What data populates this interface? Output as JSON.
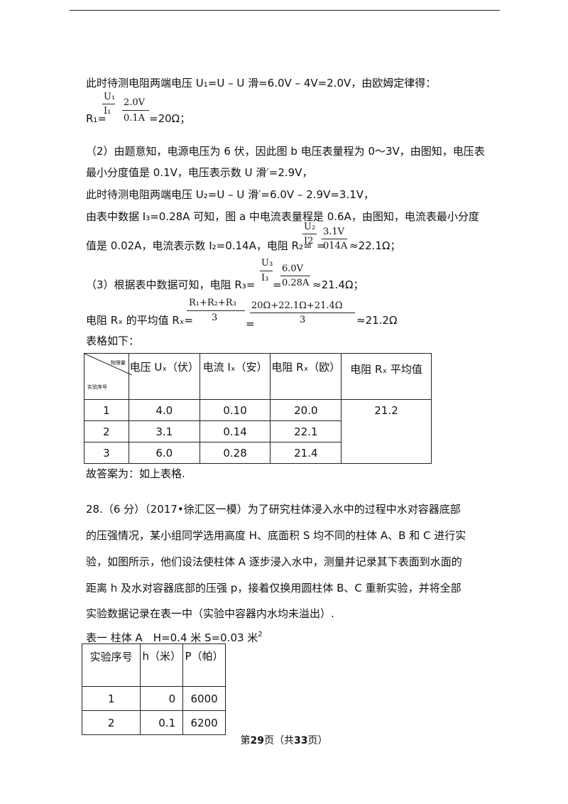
{
  "p1": {
    "text": "此时待测电阻两端电压 U₁=U – U 滑=6.0V – 4V=2.0V，由欧姆定律得："
  },
  "r1": {
    "prefix": "R₁=",
    "num_sym": "U₁",
    "den_sym": "I₁",
    "num_val": "2.0V",
    "den_val": "0.1A",
    "result": "=20Ω；"
  },
  "p2": {
    "l1": "（2）由题意知，电源电压为 6 伏，因此图 b 电压表量程为 0～3V，由图知，电压表",
    "l2": "最小分度值是 0.1V，电压表示数 U 滑′=2.9V，",
    "l3": "此时待测电阻两端电压 U₂=U – U 滑′=6.0V – 2.9V=3.1V，",
    "l4": "由表中数据 I₃=0.28A 可知，图 a 中电流表量程是 0.6A，由图知，电流表最小分度",
    "l5": "值是 0.02A，电流表示数 I₂=0.14A，电阻 R₂="
  },
  "r2": {
    "num_sym": "U₂",
    "den_sym": "I2",
    "eq": "=",
    "num_val": "3.1V",
    "den_val": "014A",
    "result": "≈22.1Ω；"
  },
  "p3": {
    "prefix": "（3）根据表中数据可知，电阻 R₃="
  },
  "r3": {
    "num_sym": "U₃",
    "den_sym": "I₃",
    "eq": "=",
    "num_val": "6.0V",
    "den_val": "0.28A",
    "result": "≈21.4Ω；"
  },
  "avg": {
    "prefix": "电阻 Rₓ 的平均值 Rₓ=",
    "num_sym": "R₁+R₂+R₃",
    "den_sym": "3",
    "eq": "=",
    "num_val": "20Ω+22.1Ω+21.4Ω",
    "den_val": "3",
    "result": "≈21.2Ω"
  },
  "table_intro": "表格如下：",
  "table1": {
    "diag_top": "物理量",
    "diag_bottom": "实验序号",
    "headers": [
      "电压 Uₓ（伏）",
      "电流 Iₓ（安）",
      "电阻 Rₓ（欧）",
      "电阻 Rₓ 平均值"
    ],
    "rows": [
      [
        "1",
        "4.0",
        "0.10",
        "20.0"
      ],
      [
        "2",
        "3.1",
        "0.14",
        "22.1"
      ],
      [
        "3",
        "6.0",
        "0.28",
        "21.4"
      ]
    ],
    "avg": "21.2"
  },
  "answer": "故答案为：如上表格.",
  "q28": {
    "l1": "28.（6 分）（2017•徐汇区一模）为了研究柱体浸入水中的过程中水对容器底部",
    "l2": "的压强情况，某小组同学选用高度 H、底面积 S 均不同的柱体 A、B 和 C 进行实",
    "l3": "验，如图所示，他们设法使柱体 A 逐步浸入水中，测量并记录其下表面到水面的",
    "l4": "距离 h 及水对容器底部的压强 p，接着仅换用圆柱体 B、C 重新实验，并将全部",
    "l5": "实验数据记录在表一中（实验中容器内水均未溢出）."
  },
  "table2_caption": "表一 柱体 A　H=0.4 米 S=0.03 米",
  "table2_caption_sup": "2",
  "table2": {
    "headers": [
      "实验序号",
      "h（米）",
      "P（帕）"
    ],
    "rows": [
      [
        "1",
        "0",
        "6000"
      ],
      [
        "2",
        "0.1",
        "6200"
      ]
    ]
  },
  "footer": {
    "pre": "第",
    "page": "29",
    "mid": "页（共",
    "total": "33",
    "post": "页）"
  }
}
